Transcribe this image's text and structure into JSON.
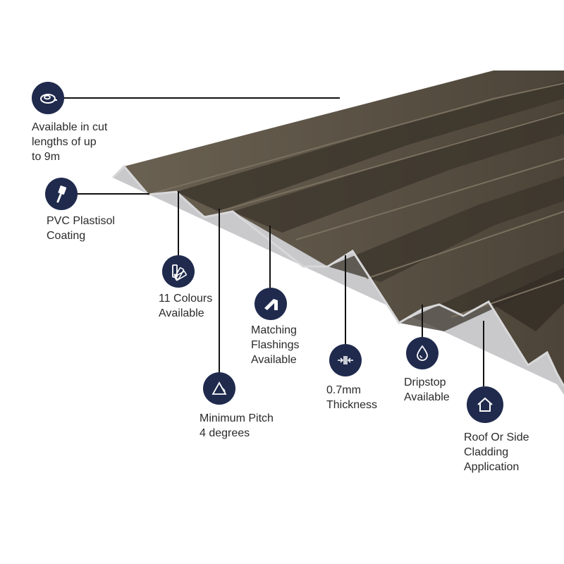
{
  "colors": {
    "icon_background": "#1f2a4d",
    "sheet_face": "#5b5245",
    "sheet_shadow": "#332d25",
    "sheet_edge": "#c9c9cc",
    "leader_line": "#111111",
    "label_text": "#2a2a2a"
  },
  "features": [
    {
      "id": "length",
      "icon": "tape-measure-icon",
      "lines": [
        "Available in cut",
        "lengths of up",
        "to 9m"
      ]
    },
    {
      "id": "coating",
      "icon": "paint-brush-icon",
      "lines": [
        "PVC Plastisol",
        "Coating"
      ]
    },
    {
      "id": "colours",
      "icon": "colour-swatch-icon",
      "lines": [
        "11 Colours",
        "Available"
      ]
    },
    {
      "id": "flashings",
      "icon": "flashing-icon",
      "lines": [
        "Matching",
        "Flashings",
        "Available"
      ]
    },
    {
      "id": "pitch",
      "icon": "pitch-angle-icon",
      "lines": [
        "Minimum Pitch",
        "4 degrees"
      ]
    },
    {
      "id": "thickness",
      "icon": "thickness-icon",
      "lines": [
        "0.7mm",
        "Thickness"
      ]
    },
    {
      "id": "dripstop",
      "icon": "water-drop-icon",
      "lines": [
        "Dripstop",
        "Available"
      ]
    },
    {
      "id": "cladding",
      "icon": "house-icon",
      "lines": [
        "Roof Or Side",
        "Cladding",
        "Application"
      ]
    }
  ]
}
